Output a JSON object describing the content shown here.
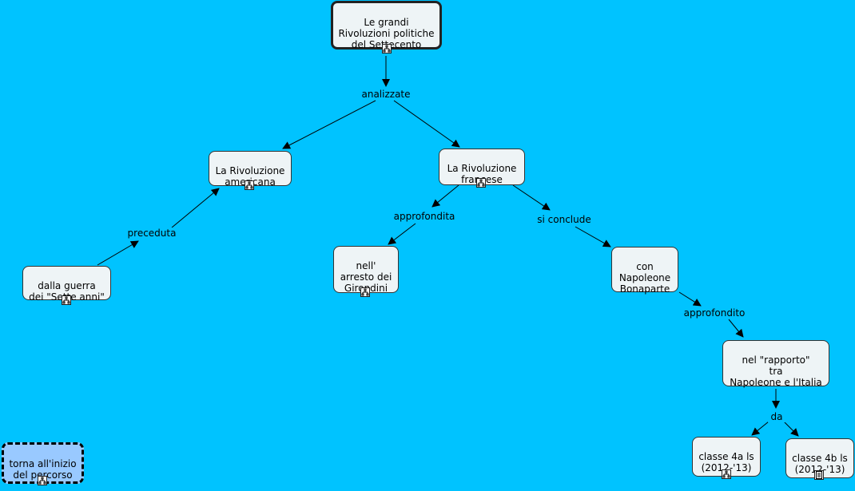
{
  "nodes": {
    "root": "Le grandi\nRivoluzioni politiche\ndel Settecento",
    "americana": "La Rivoluzione\namericana",
    "francese": "La Rivoluzione\nfrancese",
    "guerra": "dalla guerra\ndei \"Sette anni\"",
    "girondini": "nell'\narresto dei\nGirondini",
    "napoleone": "con\nNapoleone\nBonaparte",
    "rapporto": "nel \"rapporto\"\ntra\nNapoleone e l'Italia",
    "classe4a": "classe 4a ls\n(2012-'13)",
    "classe4b": "classe 4b ls\n(2012-'13)",
    "home": "torna all'inizio\ndel percorso"
  },
  "links": {
    "analizzate": "analizzate",
    "preceduta": "preceduta",
    "approfondita": "approfondita",
    "si_conclude": "si conclude",
    "approfondito": "approfondito",
    "da": "da"
  },
  "icons": {
    "concept_map": "concept-map-icon",
    "document": "document-icon"
  }
}
